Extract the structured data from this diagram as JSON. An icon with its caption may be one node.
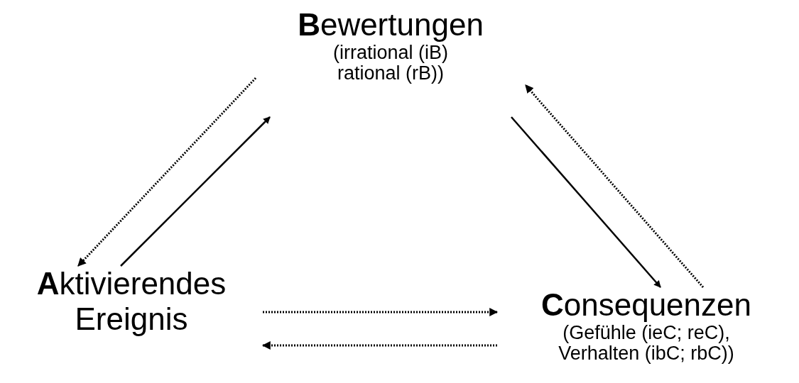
{
  "diagram": {
    "nodes": [
      {
        "text": [
          "**B**ewertungen",
          "(irrational (iB) rational (rB))"
        ]
      },
      {
        "text": [
          "**A**ktivierendes Ereignis"
        ]
      },
      {
        "text": [
          "**C**onsequenzen",
          "(Gefühle (ieC; reC), Verhalten (ibC; rbC))"
        ]
      }
    ],
    "edges": [
      {
        "from": 0,
        "to": 1,
        "arrow": "to",
        "style": "dashed"
      },
      {
        "from": 1,
        "to": 0,
        "arrow": "to"
      },
      {
        "from": 0,
        "to": 2,
        "arrow": "to"
      },
      {
        "from": 2,
        "to": 0,
        "arrow": "to",
        "style": "dashed"
      },
      {
        "from": 1,
        "to": 2,
        "arrow": "to",
        "style": "dashed"
      },
      {
        "from": 2,
        "to": 1,
        "arrow": "to",
        "style": "dashed"
      }
    ]
  }
}
